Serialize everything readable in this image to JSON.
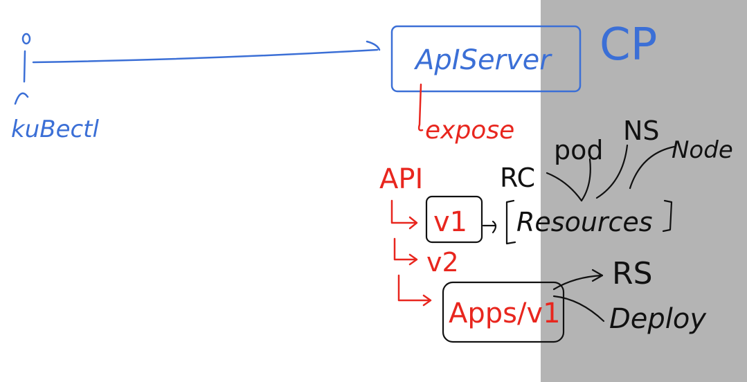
{
  "labels": {
    "client": "kuBectl",
    "cp": "CP",
    "apiserver": "ApIServer",
    "expose": "expose",
    "api": "API",
    "v1": "v1",
    "resources": "Resources",
    "v2": "v2",
    "apps_v1": "Apps/v1",
    "rc": "RC",
    "pod": "pod",
    "ns": "NS",
    "node": "Node",
    "rs": "RS",
    "deploy": "Deploy"
  },
  "colors": {
    "blue": "#3b6fd6",
    "red": "#e8261e",
    "black": "#111111",
    "panel": "#b4b4b4"
  }
}
